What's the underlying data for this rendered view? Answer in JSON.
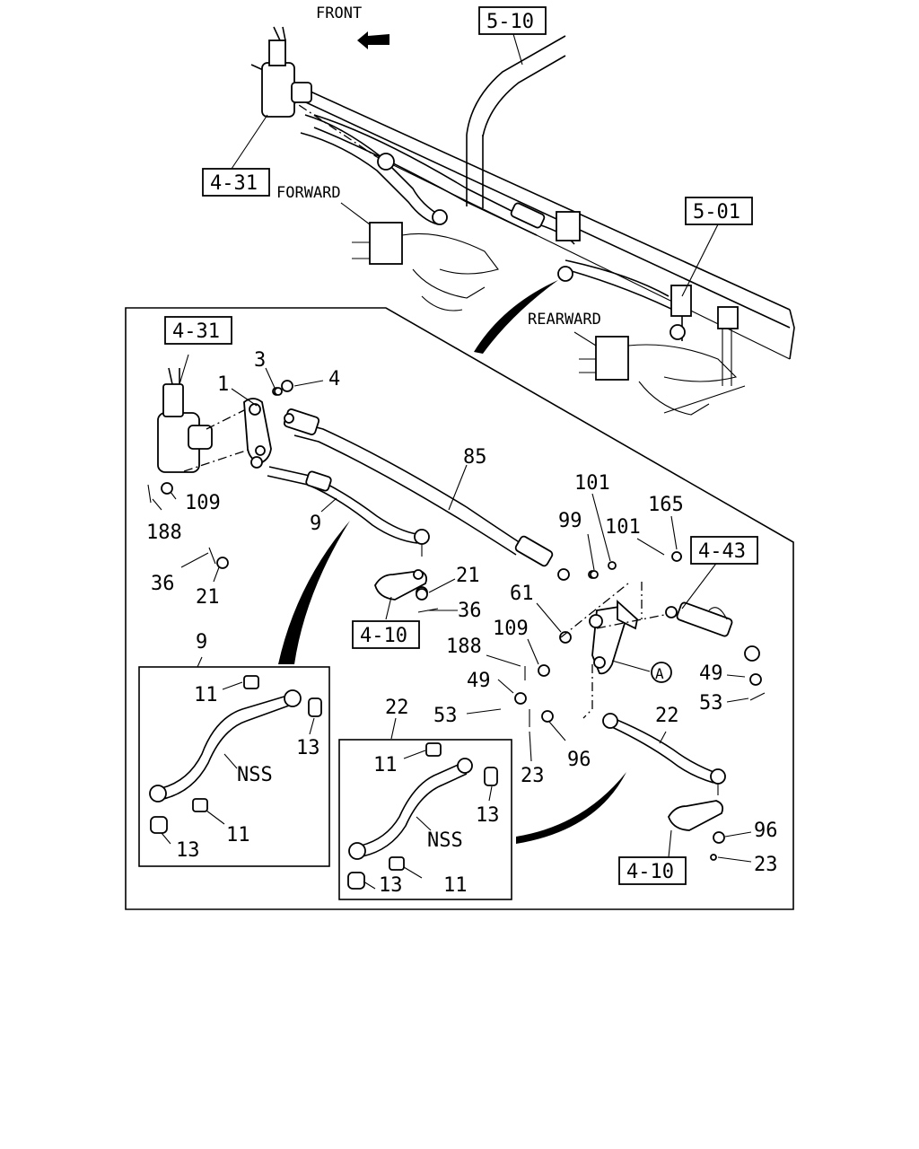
{
  "captions": {
    "front": "FRONT",
    "forward": "FORWARD",
    "rearward": "REARWARD"
  },
  "ref_boxes": [
    "5-10",
    "4-31",
    "5-01",
    "4-31",
    "4-10",
    "4-43",
    "4-10"
  ],
  "callouts": {
    "c1": "1",
    "c3": "3",
    "c4": "4",
    "c85": "85",
    "c9": "9",
    "c109a": "109",
    "c188a": "188",
    "c36a": "36",
    "c21a": "21",
    "c21b": "21",
    "c36b": "36",
    "c101a": "101",
    "c99": "99",
    "c101b": "101",
    "c165": "165",
    "c61": "61",
    "c109b": "109",
    "c188b": "188",
    "c49a": "49",
    "c53a": "53",
    "c23a": "23",
    "c96a": "96",
    "circleA": "A",
    "c49b": "49",
    "c53b": "53",
    "c22a": "22",
    "c22b": "22",
    "c96b": "96",
    "c23b": "23"
  },
  "inset_9": {
    "title": "9",
    "labels": [
      "11",
      "13",
      "NSS",
      "11",
      "13"
    ]
  },
  "inset_22": {
    "title": "22",
    "labels": [
      "11",
      "13",
      "NSS",
      "13",
      "11"
    ]
  }
}
